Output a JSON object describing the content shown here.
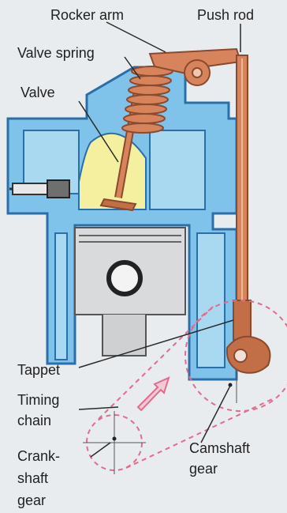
{
  "labels": {
    "rocker_arm": "Rocker arm",
    "push_rod": "Push rod",
    "valve_spring": "Valve spring",
    "valve": "Valve",
    "tappet": "Tappet",
    "timing_chain_1": "Timing",
    "timing_chain_2": "chain",
    "crankshaft_gear_1": "Crank-",
    "crankshaft_gear_2": "shaft",
    "crankshaft_gear_3": "gear",
    "camshaft_gear_1": "Camshaft",
    "camshaft_gear_2": "gear"
  },
  "colors": {
    "background": "#e9ecef",
    "block_blue": "#7fc3ea",
    "block_outline": "#2b6fa8",
    "coolant_light": "#a9d8f1",
    "combustion_yellow": "#f5f0a0",
    "valvetrain_orange": "#d7845c",
    "valvetrain_dark": "#8a4a2e",
    "piston_grey": "#d9dadc",
    "timing_pink": "#e06c8e",
    "leader_line": "#2a2a2a"
  }
}
